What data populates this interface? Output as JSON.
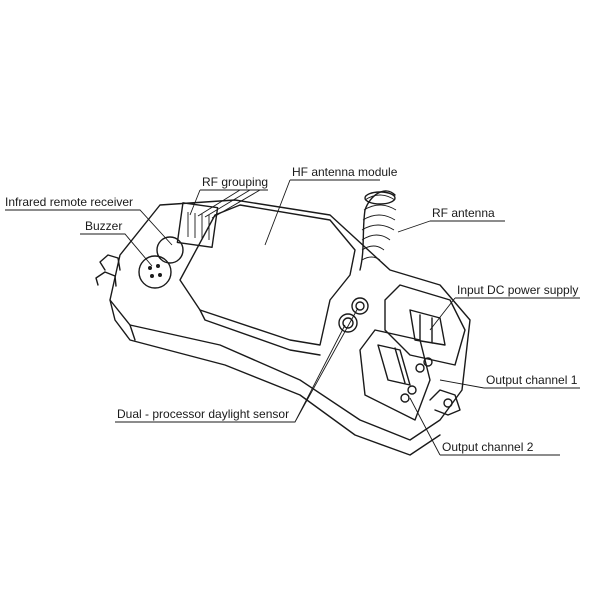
{
  "labels": {
    "infrared": "Infrared remote receiver",
    "rf_grouping": "RF grouping",
    "hf_module": "HF antenna module",
    "rf_antenna": "RF antenna",
    "buzzer": "Buzzer",
    "input_dc": "Input DC power supply",
    "output1": "Output channel 1",
    "daylight": "Dual - processor daylight sensor",
    "output2": "Output channel 2"
  }
}
